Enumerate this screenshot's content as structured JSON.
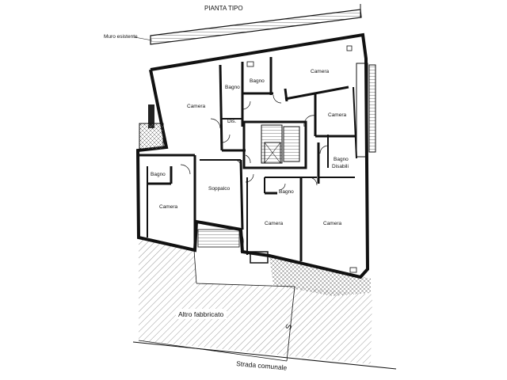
{
  "plan": {
    "title": "PIANTA TIPO",
    "existing_wall_label": "Muro esistente",
    "road_label": "Strada comunale",
    "other_building_label": "Altro fabbricato",
    "stair_mark": "S"
  },
  "rooms": {
    "camera_nw": "Camera",
    "bagno_top_1": "Bagno",
    "bagno_top_2": "Bagno",
    "camera_ne": "Camera",
    "dis": "Dis.",
    "camera_e_small": "Camera",
    "bagno_disabili_1": "Bagno",
    "bagno_disabili_2": "Disabili",
    "bagno_w": "Bagno",
    "soppalco": "Soppalco",
    "bagno_center": "Bagno",
    "camera_w": "Camera",
    "camera_center": "Camera",
    "camera_se": "Camera"
  },
  "colors": {
    "wall": "#111111",
    "hatch": "#222222"
  }
}
